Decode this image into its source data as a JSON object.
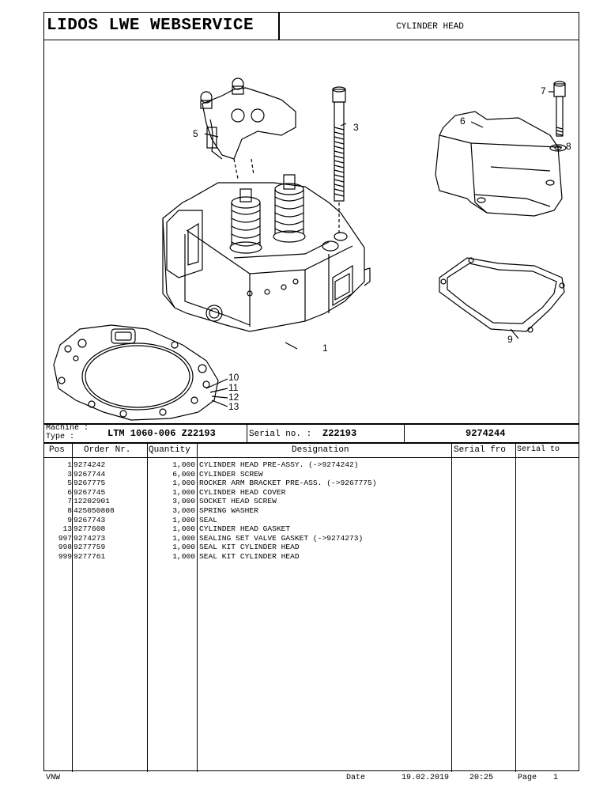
{
  "header": {
    "title": "LIDOS LWE WEBSERVICE",
    "subtitle": "CYLINDER HEAD"
  },
  "drawing": {
    "callouts": [
      "1",
      "3",
      "5",
      "6",
      "7",
      "8",
      "9",
      "10",
      "11",
      "12",
      "13"
    ]
  },
  "meta": {
    "machine_label": "Machine :",
    "type_label": "Type :",
    "machine_value": "LTM 1060-006 Z22193",
    "serial_label": "Serial no. :",
    "serial_value": "Z22193",
    "part_number": "9274244"
  },
  "table": {
    "headers": {
      "pos": "Pos",
      "order": "Order Nr.",
      "quantity": "Quantity",
      "designation": "Designation",
      "serial_from": "Serial fro",
      "serial_to": "Serial to"
    },
    "rows": [
      {
        "pos": "1",
        "order": "9274242",
        "qty": "1,000",
        "desig": "CYLINDER HEAD PRE-ASSY. (->9274242)"
      },
      {
        "pos": "3",
        "order": "9267744",
        "qty": "6,000",
        "desig": "CYLINDER SCREW"
      },
      {
        "pos": "5",
        "order": "9267775",
        "qty": "1,000",
        "desig": "ROCKER ARM BRACKET PRE-ASS. (->9267775)"
      },
      {
        "pos": "6",
        "order": "9267745",
        "qty": "1,000",
        "desig": "CYLINDER HEAD COVER"
      },
      {
        "pos": "7",
        "order": "12202901",
        "qty": "3,000",
        "desig": "SOCKET HEAD SCREW"
      },
      {
        "pos": "8",
        "order": "425050808",
        "qty": "3,000",
        "desig": "SPRING WASHER"
      },
      {
        "pos": "9",
        "order": "9267743",
        "qty": "1,000",
        "desig": "SEAL"
      },
      {
        "pos": "13",
        "order": "9277608",
        "qty": "1,000",
        "desig": "CYLINDER HEAD GASKET"
      },
      {
        "pos": "997",
        "order": "9274273",
        "qty": "1,000",
        "desig": "SEALING SET VALVE GASKET (->9274273)"
      },
      {
        "pos": "998",
        "order": "9277759",
        "qty": "1,000",
        "desig": "SEAL KIT CYLINDER HEAD"
      },
      {
        "pos": "999",
        "order": "9277761",
        "qty": "1,000",
        "desig": "SEAL KIT CYLINDER HEAD"
      }
    ]
  },
  "footer": {
    "left": "VNW",
    "date_label": "Date",
    "date": "19.02.2019",
    "time": "20:25",
    "page_label": "Page",
    "page": "1"
  }
}
